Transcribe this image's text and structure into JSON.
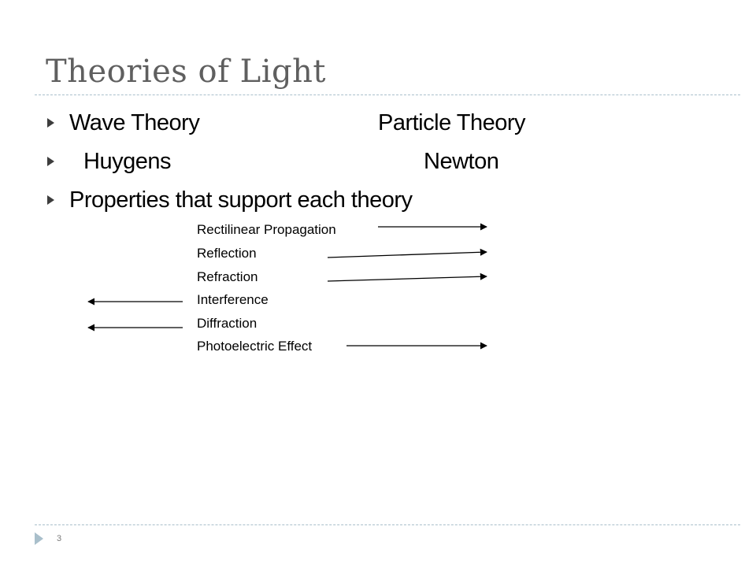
{
  "slide": {
    "title": "Theories of Light",
    "bullets": {
      "wave_theory": "Wave Theory",
      "particle_theory": "Particle Theory",
      "huygens": "Huygens",
      "newton": "Newton",
      "properties": "Properties that support each theory"
    },
    "properties": [
      {
        "label": "Rectilinear Propagation",
        "supports": "Particle Theory"
      },
      {
        "label": "Reflection",
        "supports": "Particle Theory"
      },
      {
        "label": "Refraction",
        "supports": "Particle Theory"
      },
      {
        "label": "Interference",
        "supports": "Wave Theory"
      },
      {
        "label": "Diffraction",
        "supports": "Wave Theory"
      },
      {
        "label": "Photoelectric Effect",
        "supports": "Particle Theory"
      }
    ],
    "page_number": "3"
  },
  "colors": {
    "title": "#5f5f5f",
    "rule": "#a9bfcb",
    "bullet": "#3d3d3d",
    "text": "#000000"
  }
}
